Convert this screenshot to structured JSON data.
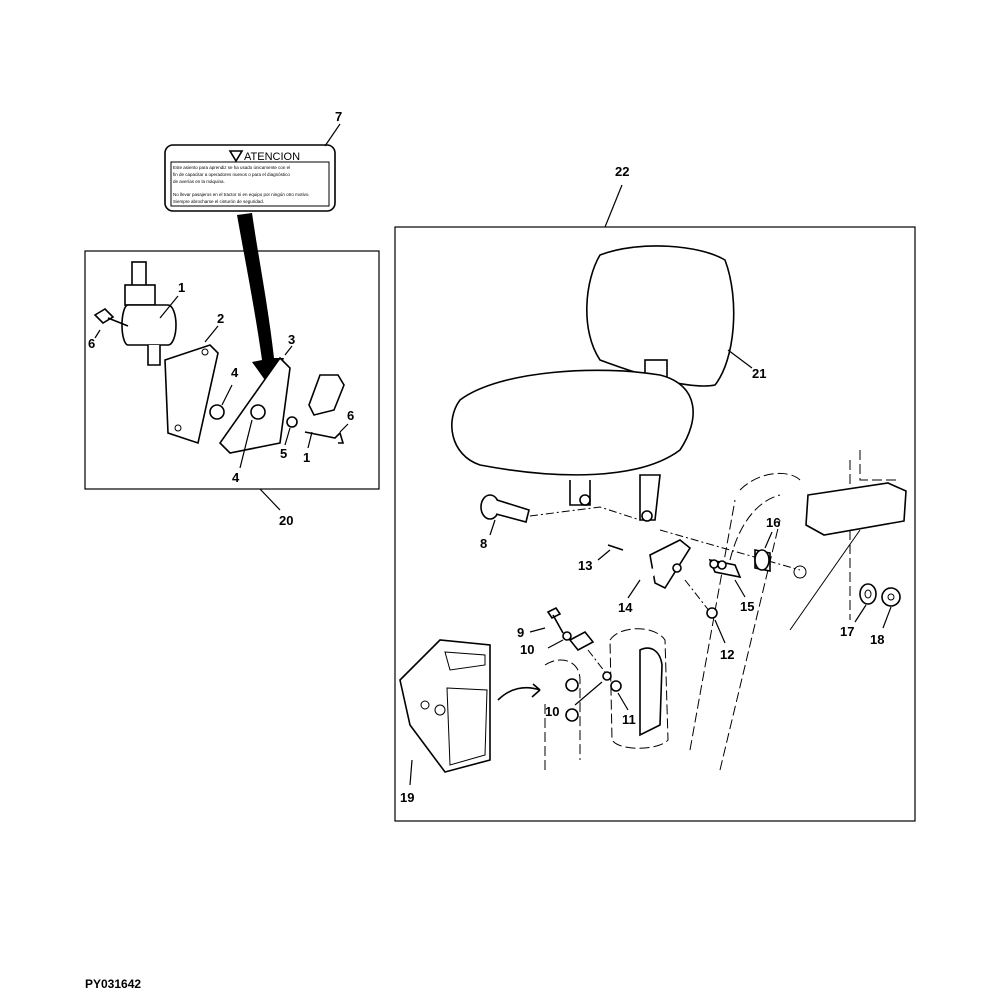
{
  "figure_id": "PY031642",
  "warning_label": {
    "title": "ATENCION",
    "lines": [
      "Este asiento para aprendiz se ha usado únicamente con el",
      "fin de capacitar a operadores nuevos o para el diagnóstico",
      "de averías en la máquina.",
      "No llevar pasajeros en el tractor ni en equipo por ningún otro motivo.",
      "Siempre abrocharse el cinturón de seguridad."
    ]
  },
  "callouts": {
    "c1a": "1",
    "c1b": "1",
    "c2": "2",
    "c3": "3",
    "c4a": "4",
    "c4b": "4",
    "c5": "5",
    "c6a": "6",
    "c6b": "6",
    "c7": "7",
    "c8": "8",
    "c9": "9",
    "c10a": "10",
    "c10b": "10",
    "c11": "11",
    "c12": "12",
    "c13": "13",
    "c14": "14",
    "c15": "15",
    "c16": "16",
    "c17": "17",
    "c18": "18",
    "c19": "19",
    "c20": "20",
    "c21": "21",
    "c22": "22"
  }
}
